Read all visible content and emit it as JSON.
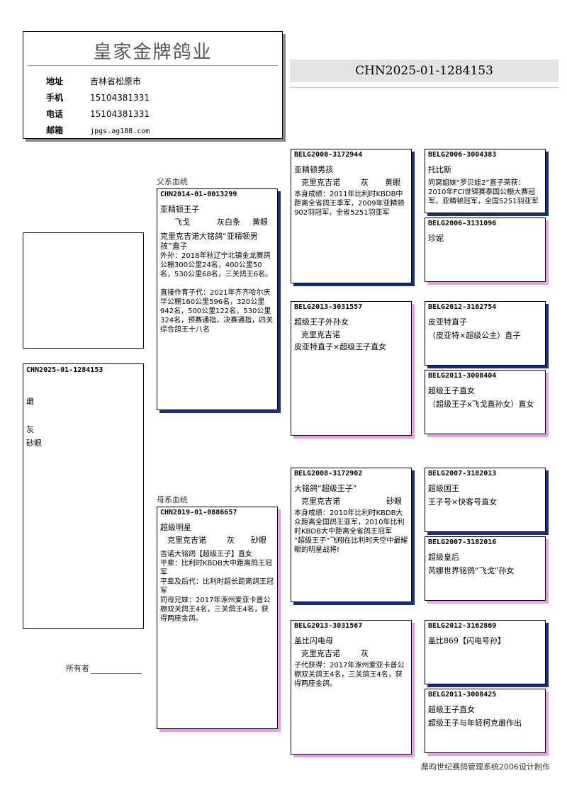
{
  "loft": {
    "name": "皇家金牌鸽业",
    "rows": [
      {
        "label": "地址",
        "value": "吉林省松原市"
      },
      {
        "label": "手机",
        "value": "15104381331"
      },
      {
        "label": "电话",
        "value": "15104381331"
      },
      {
        "label": "邮箱",
        "value": "jpgs.ag188.com"
      }
    ]
  },
  "ring_banner": "CHN2025-01-1284153",
  "subject": {
    "ring": "CHN2025-01-1284153",
    "sex": "雌",
    "color": "灰",
    "eye": "砂眼"
  },
  "labels": {
    "sire_side": "父系血统",
    "dam_side": "母系血统",
    "owner": "所有者",
    "footer": "鼎昀世纪赛鸽管理系统2006设计制作"
  },
  "sire": {
    "ring": "CHN2014-01-0013299",
    "name": "亚精顿王子",
    "attrs": [
      "飞戈",
      "灰白条",
      "黄眼"
    ],
    "notes": [
      "克里克吉诺大铭鸽“亚精顿男孩”直子",
      "外孙：2018年秋辽宁北镇金龙赛鸽公棚300公里24名，400公里50名，530公里68名，三关鸽王6名。",
      "",
      "直接作育子代：2021年齐齐哈尔庆华公棚160公里596名，320公里942名，500公里122名，530公里324名，预赛通指，决赛通指，四关综合鸽王十八名"
    ]
  },
  "dam": {
    "ring": "CHN2019-01-0886657",
    "name": "超级明星",
    "attrs": [
      "克里克吉诺",
      "灰",
      "砂眼"
    ],
    "notes": [
      "吉诺大铭鸽【超级王子】直女",
      "平辈：比利时KBDB大中距离鸽王冠军",
      "平辈及后代：比利时超长距离鸽王冠军",
      "同母兄妹：2017年涿州爱亚卡普公棚双关鸽王4名，三关鸽王4名，获得两座金鸽。"
    ]
  },
  "ss": {
    "ring": "BELG2008-3172944",
    "name": "亚精顿男孩",
    "attrs": [
      "克里克吉诺",
      "灰",
      "黄眼"
    ],
    "notes": [
      "本身成绩：2011年比利时KBDB中距离全省鸽王季军，2009年亚精顿902羽冠军，全省5251羽亚军"
    ]
  },
  "sd": {
    "ring": "BELG2013-3031557",
    "name": "超级王子外孙女",
    "attrs": [
      "克里克吉诺"
    ],
    "notes": [
      "皮亚特直子×超级王子直女"
    ]
  },
  "ds": {
    "ring": "BELG2008-3172902",
    "name": "大铭鸽“超级王子”",
    "attrs": [
      "克里克吉诺",
      "砂眼"
    ],
    "notes": [
      "本身成绩：2010年比利时KBDB大众距离全国鸽王亚军，2010年比利时KBDB大中距离全省鸽王冠军",
      "“超级王子”飞翔在比利时天空中最耀眼的明星战将!"
    ]
  },
  "dd": {
    "ring": "BELG2013-3031567",
    "name": "盖比闪电母",
    "attrs": [
      "克里克吉诺",
      "灰"
    ],
    "notes": [
      "子代获得：2017年涿州爱亚卡普公棚双关鸽王4名，三关鸽王4名，获得两座金鸽。"
    ]
  },
  "sss": {
    "ring": "BELG2006-3004383",
    "name": "托比斯",
    "notes": [
      "同窝姐妹“罗贝娃2”直子荣获：2010年FCI世锦赛泰国公棚大赛冠军，亚精顿冠军，全国5251羽亚军"
    ]
  },
  "ssd": {
    "ring": "BELG2006-3131096",
    "name": "珍妮",
    "notes": []
  },
  "sds": {
    "ring": "BELG2012-3162754",
    "name": "皮亚特直子",
    "notes": [
      "（皮亚特×超级公主）直子"
    ]
  },
  "sdd": {
    "ring": "BELG2011-3008404",
    "name": "超级王子直女",
    "notes": [
      "（超级王子x飞戈直孙女）直女"
    ]
  },
  "dss": {
    "ring": "BELG2007-3182013",
    "name": "超级国王",
    "notes": [
      "王子号×快客号直女"
    ]
  },
  "dsd": {
    "ring": "BELG2007-3182016",
    "name": "超级皇后",
    "notes": [
      "芮娜世界铭鸽“飞戈”孙女"
    ]
  },
  "dds": {
    "ring": "BELG2012-3162869",
    "name": "盖比869【闪电号孙】",
    "notes": []
  },
  "ddd": {
    "ring": "BELG2011-3008425",
    "name": "超级王子直女",
    "notes": [
      "超级王子与年轻柯克雌作出"
    ]
  }
}
